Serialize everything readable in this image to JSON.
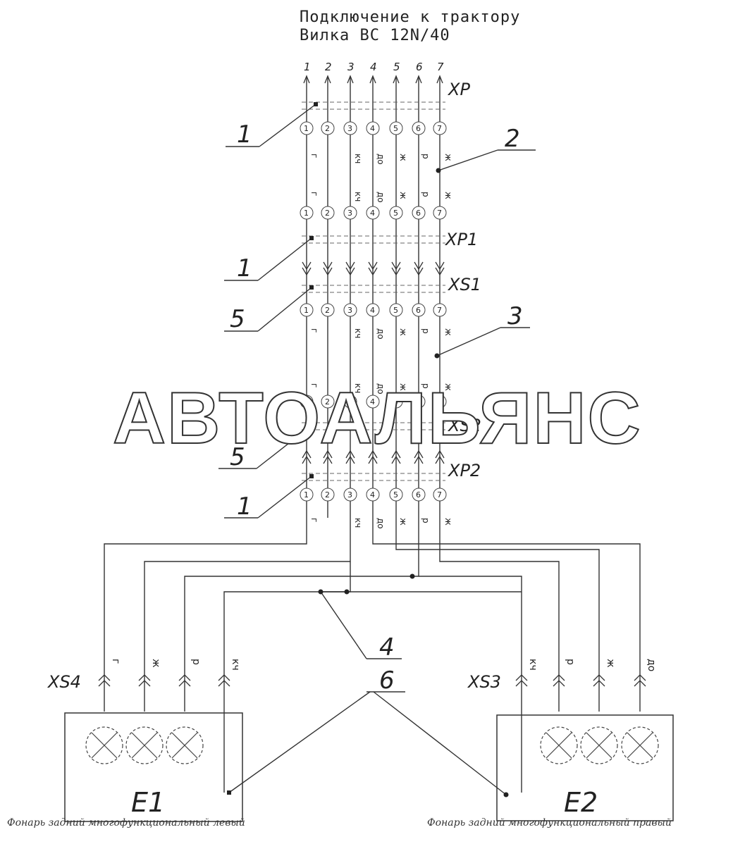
{
  "title_line1": "Подключение к трактору",
  "title_line2": "Вилка ВС 12N/40",
  "pin_numbers": [
    "1",
    "2",
    "3",
    "4",
    "5",
    "6",
    "7"
  ],
  "connector_labels": {
    "xp": "XP",
    "xp1": "XP1",
    "xs1": "XS1",
    "xs2": "XS2",
    "xp2": "XP2",
    "xs4": "XS4",
    "xs3": "XS3"
  },
  "wire_codes": [
    "г",
    "кч",
    "до",
    "ж",
    "р",
    "ж"
  ],
  "left_lamp_wires": [
    "г",
    "ж",
    "р",
    "кч"
  ],
  "right_lamp_wires": [
    "кч",
    "р",
    "ж",
    "до"
  ],
  "callouts": {
    "c1a": "1",
    "c2": "2",
    "c1b": "1",
    "c5a": "5",
    "c3": "3",
    "c5b": "5",
    "c1c": "1",
    "c4": "4",
    "c6": "6"
  },
  "lamp_left": {
    "label": "E1",
    "caption": "Фонарь задний многофункциональный левый"
  },
  "lamp_right": {
    "label": "E2",
    "caption": "Фонарь задний многофункциональный правый"
  },
  "watermark": "АВТОАЛЬЯНС"
}
